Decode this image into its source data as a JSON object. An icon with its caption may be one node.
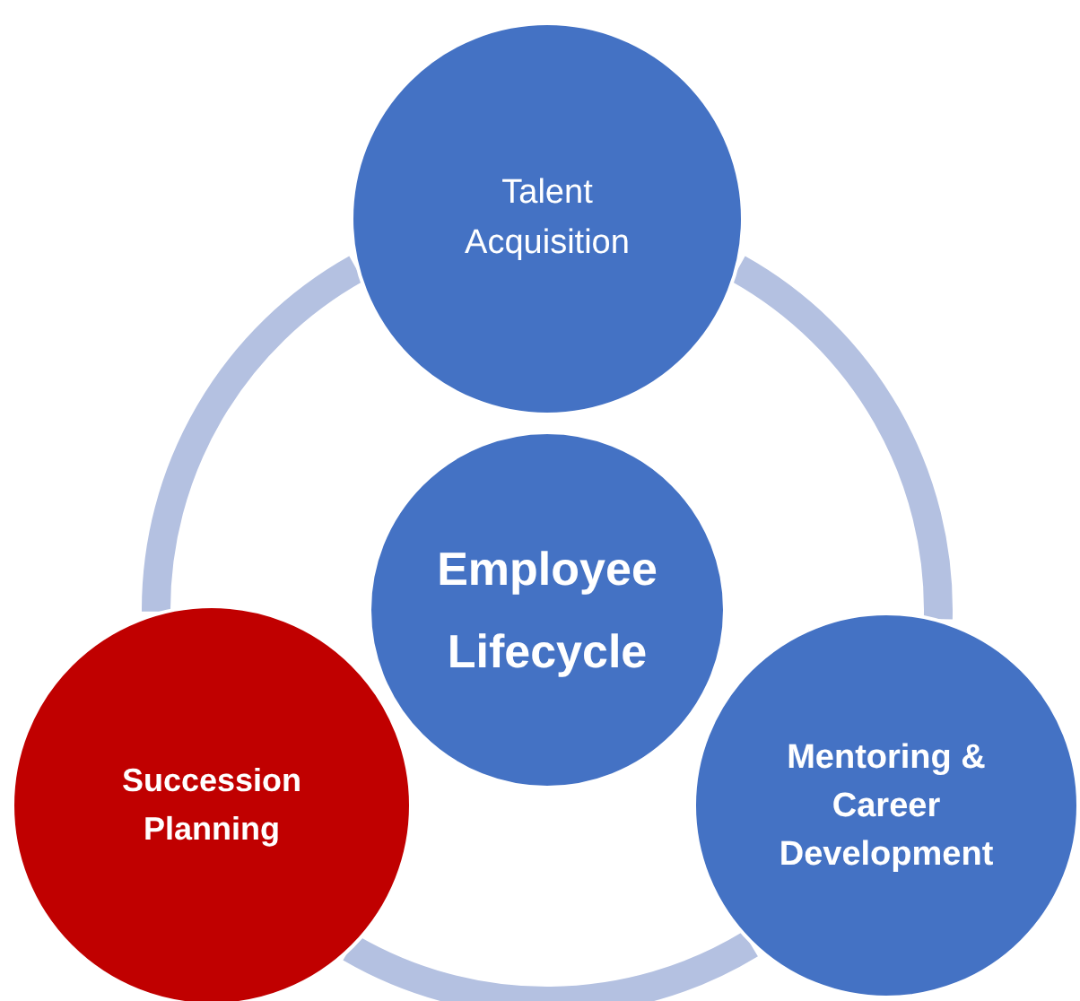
{
  "diagram": {
    "nodes": [
      {
        "text": [
          "Talent Acquisition"
        ]
      },
      {
        "text": [
          "Employee Lifecycle"
        ]
      },
      {
        "text": [
          "Mentoring & Career Development"
        ]
      },
      {
        "text": [
          "Succession Planning"
        ]
      }
    ],
    "edges": [
      {
        "from": 0,
        "to": 2,
        "arrow": "none"
      },
      {
        "from": 2,
        "to": 3,
        "arrow": "none"
      },
      {
        "from": 3,
        "to": 0,
        "arrow": "none"
      }
    ]
  }
}
